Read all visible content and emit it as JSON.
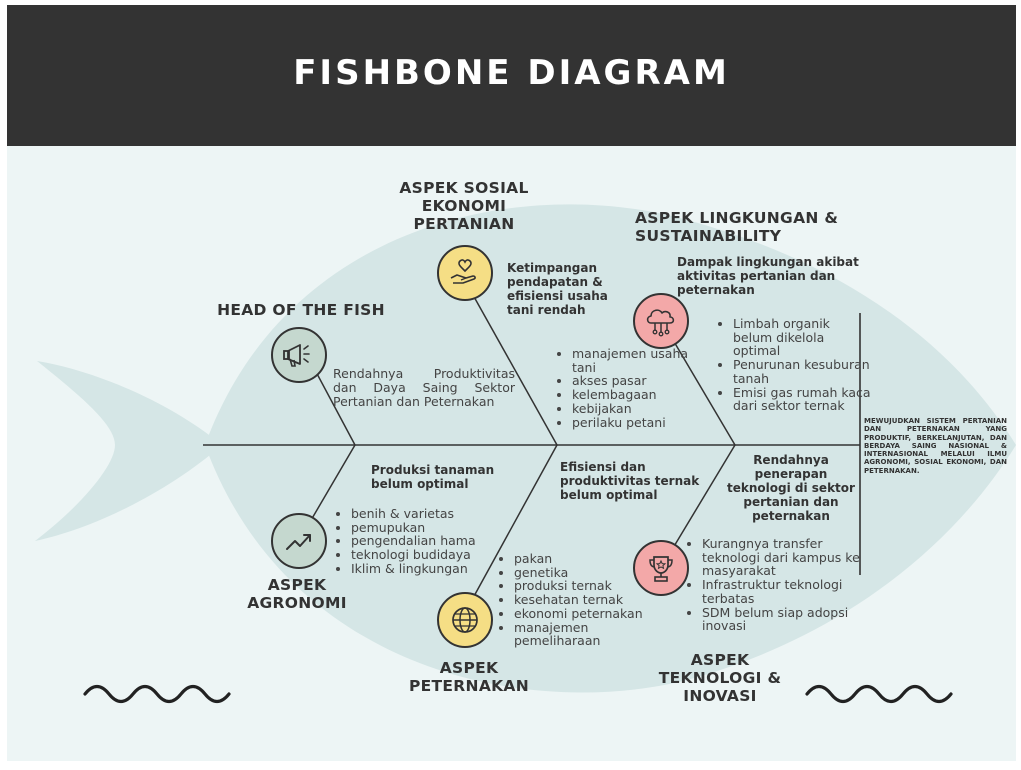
{
  "title": "FISHBONE DIAGRAM",
  "colors": {
    "header_bg": "#333333",
    "canvas_bg": "#edf5f5",
    "fish": "#d5e6e6",
    "yellow": "#f5de85",
    "pink": "#f3a8a8",
    "green": "#c5d8cf",
    "line": "#333333"
  },
  "head": {
    "label": "HEAD OF THE FISH",
    "problem": "Rendahnya Produktivitas dan Daya Saing Sektor Pertanian dan Peternakan",
    "icon": "megaphone-icon"
  },
  "goal": "MEWUJUDKAN SISTEM PERTANIAN DAN PETERNAKAN YANG PRODUKTIF, BERKELANJUTAN, DAN BERDAYA SAING NASIONAL & INTERNASIONAL MELALUI ILMU AGRONOMI, SOSIAL EKONOMI, DAN PETERNAKAN.",
  "sosial": {
    "title": "ASPEK SOSIAL EKONOMI PERTANIAN",
    "subtitle": "Ketimpangan pendapatan & efisiensi usaha tani rendah",
    "items": [
      "manajemen usaha tani",
      "akses pasar",
      "kelembagaan",
      "kebijakan",
      "perilaku petani"
    ],
    "icon": "hand-heart-icon"
  },
  "lingkungan": {
    "title": "ASPEK LINGKUNGAN & SUSTAINABILITY",
    "subtitle": "Dampak lingkungan akibat aktivitas pertanian dan peternakan",
    "items": [
      "Limbah organik belum dikelola optimal",
      "Penurunan kesuburan tanah",
      "Emisi gas rumah kaca dari sektor ternak"
    ],
    "icon": "cloud-network-icon"
  },
  "agronomi": {
    "title": "ASPEK AGRONOMI",
    "subtitle": "Produksi tanaman belum optimal",
    "items": [
      "benih & varietas",
      "pemupukan",
      "pengendalian hama",
      "teknologi budidaya",
      "Iklim & lingkungan"
    ],
    "icon": "trend-up-icon"
  },
  "peternakan": {
    "title": "ASPEK PETERNAKAN",
    "subtitle": "Efisiensi dan produktivitas ternak belum optimal",
    "items": [
      "pakan",
      "genetika",
      "produksi ternak",
      "kesehatan ternak",
      "ekonomi peternakan",
      "manajemen pemeliharaan"
    ],
    "icon": "globe-icon"
  },
  "teknologi": {
    "title": "ASPEK TEKNOLOGI & INOVASI",
    "subtitle": "Rendahnya penerapan teknologi di sektor pertanian dan peternakan",
    "items": [
      "Kurangnya transfer teknologi dari kampus ke masyarakat",
      "Infrastruktur teknologi terbatas",
      "SDM belum siap adopsi inovasi"
    ],
    "icon": "trophy-icon"
  }
}
